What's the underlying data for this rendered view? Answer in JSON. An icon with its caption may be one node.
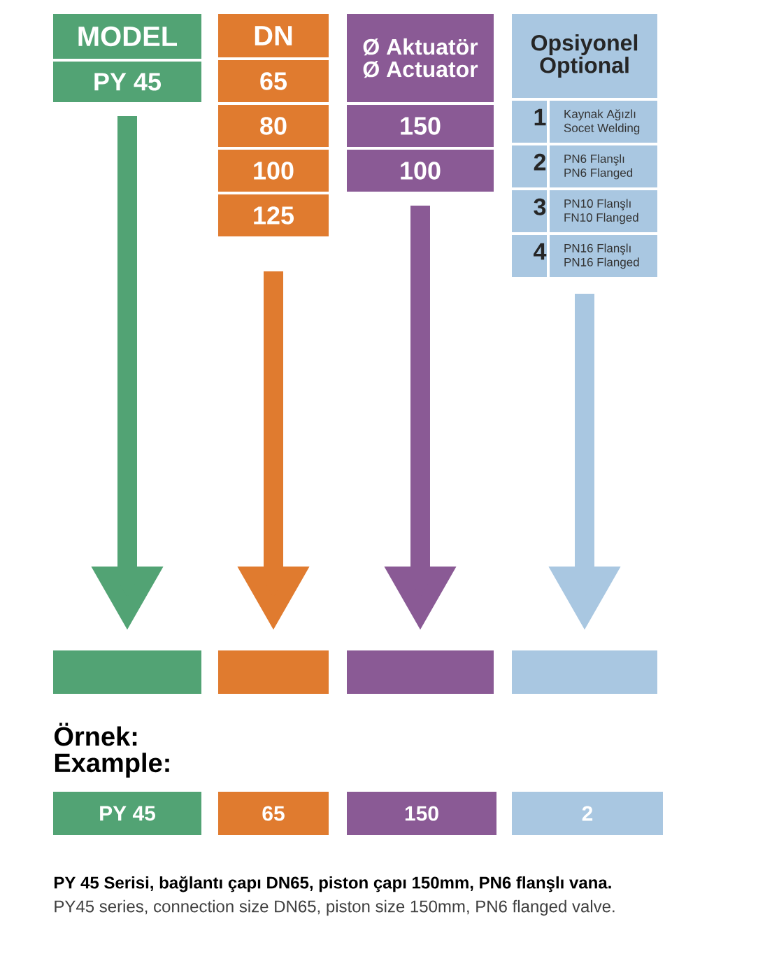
{
  "diagram": {
    "nodes": [
      {
        "text": [
          "MODEL"
        ]
      },
      {
        "text": [
          "PY 45"
        ]
      },
      {
        "text": [
          "DN"
        ]
      },
      {
        "text": [
          "65"
        ]
      },
      {
        "text": [
          "80"
        ]
      },
      {
        "text": [
          "100"
        ]
      },
      {
        "text": [
          "125"
        ]
      },
      {
        "text": [
          "Ø Aktuatör Ø Actuator"
        ]
      },
      {
        "text": [
          "150"
        ]
      },
      {
        "text": [
          "100"
        ]
      },
      {
        "text": [
          "Opsiyonel Optional"
        ]
      },
      {
        "text": [
          "1",
          "Kaynak Ağızlı Socet Welding"
        ]
      },
      {
        "text": [
          "2",
          "PN6 Flanşlı PN6 Flanged"
        ]
      },
      {
        "text": [
          "3",
          "PN10 Flanşlı FN10 Flanged"
        ]
      },
      {
        "text": [
          "4",
          "PN16 Flanşlı PN16 Flanged"
        ]
      },
      {
        "text": [],
        "shape": "bar"
      },
      {
        "text": [],
        "shape": "bar"
      },
      {
        "text": [],
        "shape": "bar"
      },
      {
        "text": [],
        "shape": "bar"
      },
      {
        "text": [
          "PY 45"
        ]
      },
      {
        "text": [
          "65"
        ]
      },
      {
        "text": [
          "150"
        ]
      },
      {
        "text": [
          "2"
        ]
      }
    ],
    "edges": [
      {
        "from": 1,
        "to": 15,
        "arrow": "to",
        "color": "#52a374"
      },
      {
        "from": 6,
        "to": 16,
        "arrow": "to",
        "color": "#e07b2f"
      },
      {
        "from": 9,
        "to": 17,
        "arrow": "to",
        "color": "#8a5a95"
      },
      {
        "from": 14,
        "to": 18,
        "arrow": "to",
        "color": "#a9c7e1"
      }
    ],
    "labels": [
      "Örnek:",
      "Example:",
      "PY 45 Serisi, bağlantı çapı DN65, piston çapı 150mm, PN6 flanşlı vana.",
      "PY45 series, connection size DN65, piston size 150mm, PN6 flanged valve."
    ]
  }
}
